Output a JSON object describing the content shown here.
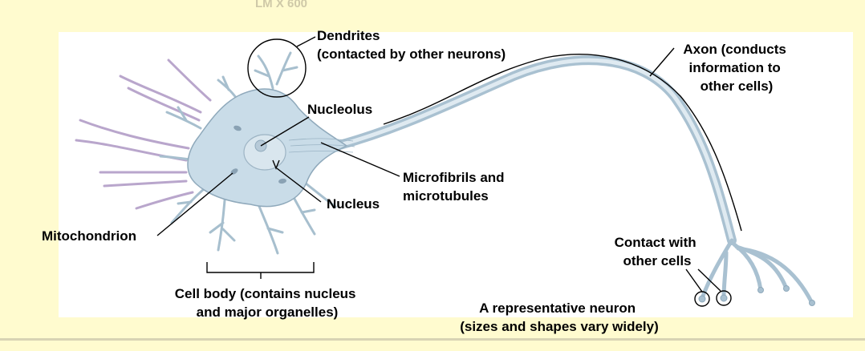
{
  "colors": {
    "page_background": "#fffbcf",
    "panel_background": "#ffffff",
    "cell_fill": "#c9dce8",
    "cell_stroke": "#8fa9bb",
    "afferent_axon": "#b9a6cc",
    "label": "#000000"
  },
  "figure": {
    "magnification": "LM X 600",
    "caption_line1": "A representative neuron",
    "caption_line2": "(sizes and shapes vary widely)"
  },
  "labels": {
    "dendrites_line1": "Dendrites",
    "dendrites_line2": "(contacted by other neurons)",
    "axon_line1": "Axon (conducts",
    "axon_line2": "information to",
    "axon_line3": "other cells)",
    "nucleolus": "Nucleolus",
    "microfibrils_line1": "Microfibrils and",
    "microfibrils_line2": "microtubules",
    "nucleus": "Nucleus",
    "mitochondrion": "Mitochondrion",
    "contact_line1": "Contact with",
    "contact_line2": "other cells",
    "cell_body_line1": "Cell body (contains nucleus",
    "cell_body_line2": "and major organelles)"
  }
}
